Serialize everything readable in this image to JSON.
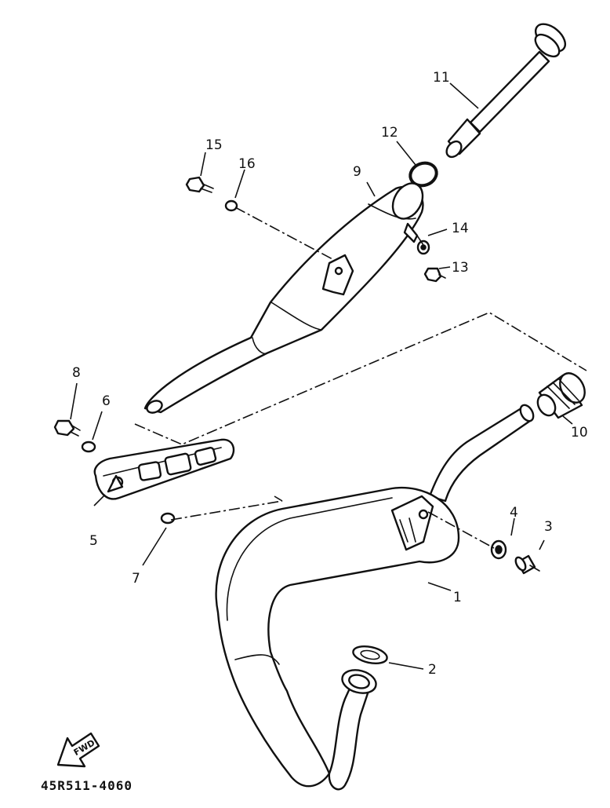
{
  "diagram": {
    "callouts": [
      "1",
      "2",
      "3",
      "4",
      "5",
      "6",
      "7",
      "8",
      "9",
      "10",
      "11",
      "12",
      "13",
      "14",
      "15",
      "16"
    ],
    "figure_code": "45R511-4060",
    "direction_label": "FWD"
  }
}
